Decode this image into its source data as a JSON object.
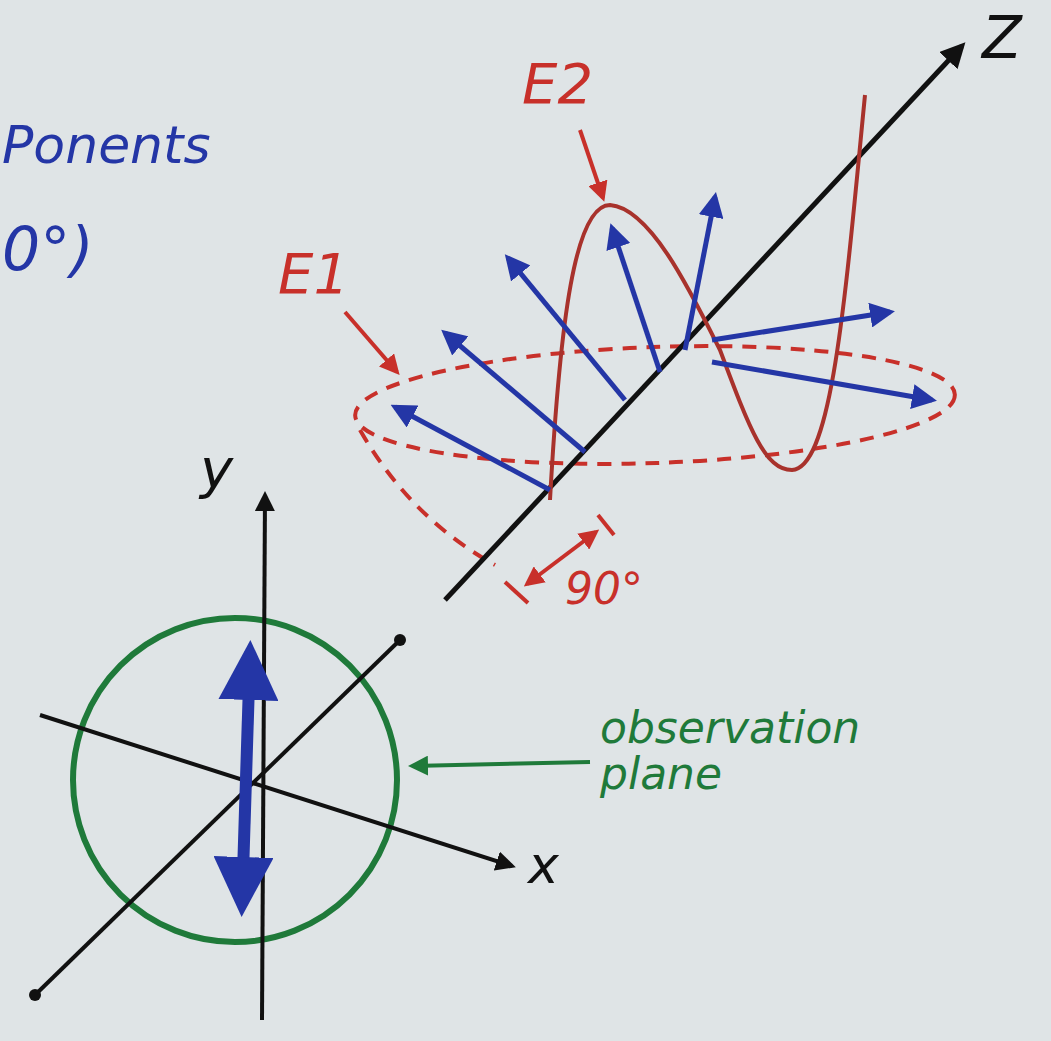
{
  "diagram": {
    "labels": [
      "Ponents",
      "0°)",
      "E2",
      "E1",
      "Z",
      "90°",
      "y",
      "x",
      "observation plane"
    ]
  }
}
